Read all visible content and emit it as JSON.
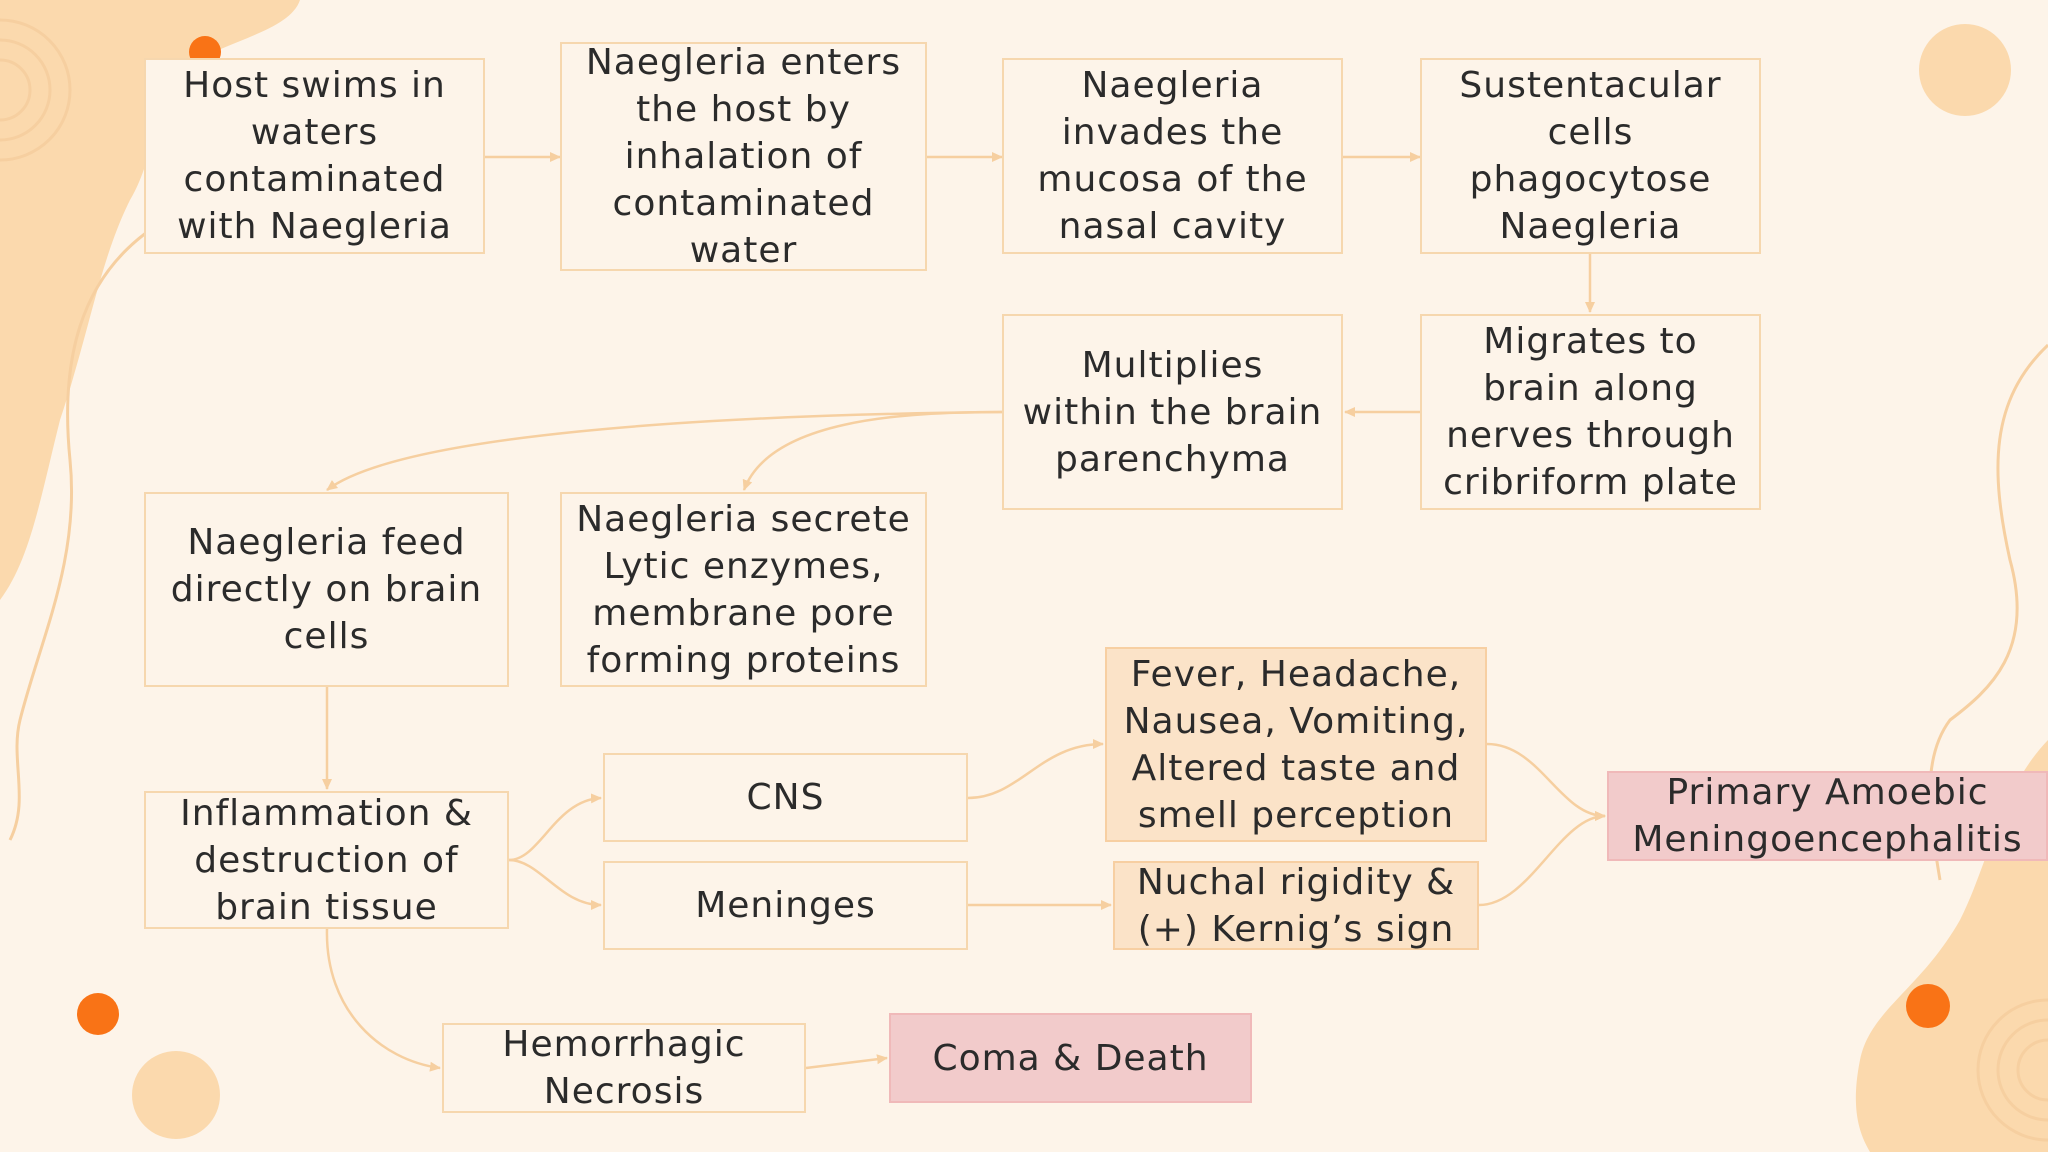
{
  "diagram": {
    "nodes": {
      "swim": "Host swims in\nwaters\ncontaminated\nwith Naegleria",
      "enter": "Naegleria enters\nthe host by\ninhalation of\ncontaminated\nwater",
      "invade": "Naegleria\ninvades the\nmucosa of the\nnasal cavity",
      "sustent": "Sustentacular\ncells\nphagocytose\nNaegleria",
      "migrate": "Migrates to\nbrain along\nnerves through\ncribriform plate",
      "multiply": "Multiplies\nwithin the brain\nparenchyma",
      "feed": "Naegleria feed\ndirectly on brain\ncells",
      "secrete": "Naegleria secrete\nLytic enzymes,\nmembrane pore\nforming proteins",
      "inflam": "Inflammation &\ndestruction of\nbrain tissue",
      "cns": "CNS",
      "meninges": "Meninges",
      "fever": "Fever, Headache,\nNausea, Vomiting,\nAltered taste and\nsmell perception",
      "nuchal": "Nuchal rigidity &\n(+) Kernig’s sign",
      "pam": "Primary Amoebic\nMeningoencephalitis",
      "hemor": "Hemorrhagic\nNecrosis",
      "coma": "Coma & Death"
    },
    "colors": {
      "background": "#fdf4e9",
      "box_border": "#f6d7ae",
      "arrow": "#f6cfa0",
      "symptom_fill": "#fbe3c8",
      "outcome_fill": "#f2cbcb",
      "blob": "#fbd9ad",
      "dot": "#f97316"
    }
  }
}
